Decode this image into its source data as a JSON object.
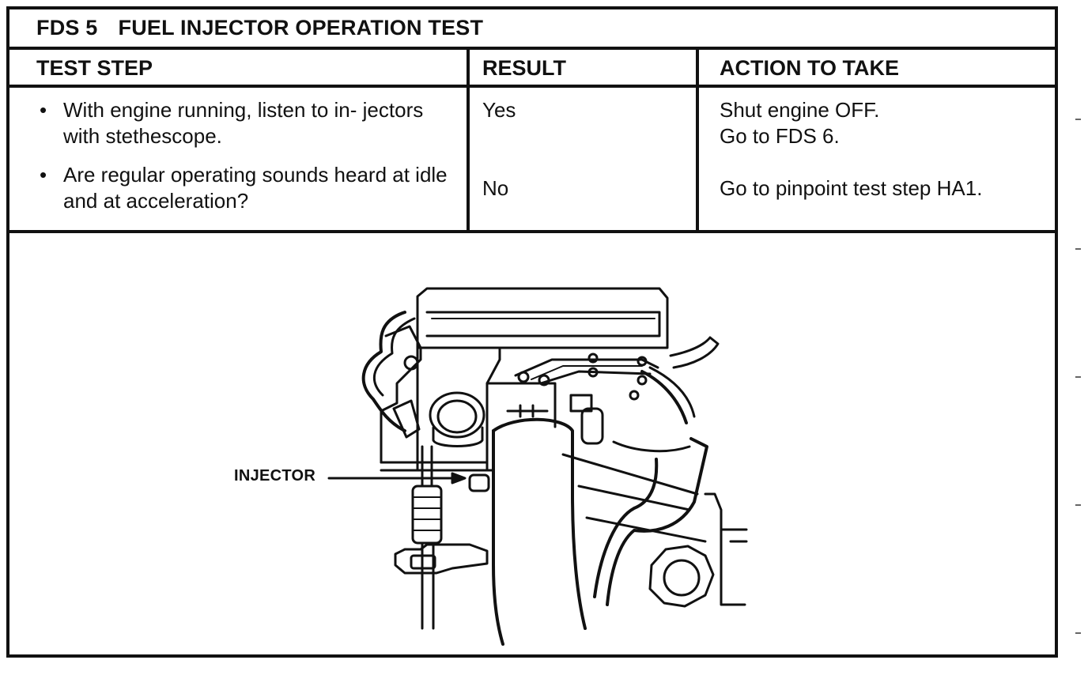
{
  "title": {
    "code": "FDS 5",
    "text": "FUEL INJECTOR OPERATION TEST"
  },
  "columns": {
    "test_step": "TEST STEP",
    "result": "RESULT",
    "action": "ACTION TO TAKE"
  },
  "test_steps": [
    "With engine running, listen to in- jectors with stethescope.",
    "Are regular operating sounds heard at idle and at acceleration?"
  ],
  "bullet_glyph": "•",
  "results": [
    {
      "result": "Yes",
      "action_lines": [
        "Shut engine OFF.",
        "Go to FDS 6."
      ]
    },
    {
      "result": "No",
      "action_lines": [
        "Go to pinpoint test step HA1."
      ]
    }
  ],
  "figure": {
    "callout": "INJECTOR"
  }
}
